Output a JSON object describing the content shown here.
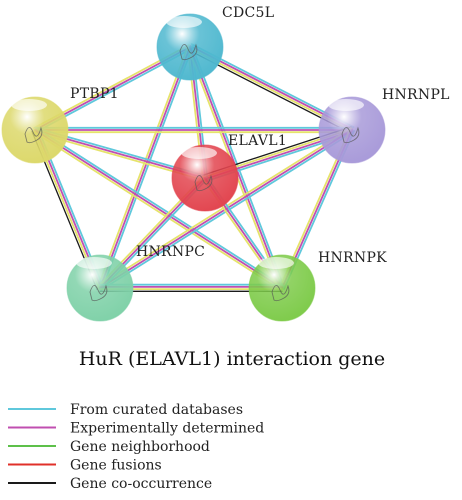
{
  "diagram": {
    "caption": "HuR (ELAVL1) interaction gene",
    "nodes": [
      {
        "id": "CDC5L",
        "label": "CDC5L",
        "color": "#4fb8cf",
        "icon": "protein-structure-icon"
      },
      {
        "id": "PTBP1",
        "label": "PTBP1",
        "color": "#dcd86a",
        "icon": "protein-structure-icon"
      },
      {
        "id": "HNRNPL",
        "label": "HNRNPL",
        "color": "#a89ad9",
        "icon": "protein-structure-icon"
      },
      {
        "id": "ELAVL1",
        "label": "ELAVL1",
        "color": "#e2454f",
        "icon": "protein-structure-icon"
      },
      {
        "id": "HNRNPC",
        "label": "HNRNPC",
        "color": "#7fd1a8",
        "icon": "protein-structure-icon"
      },
      {
        "id": "HNRNPK",
        "label": "HNRNPK",
        "color": "#7ecb4a",
        "icon": "protein-structure-icon"
      }
    ],
    "edges": [
      {
        "source": "CDC5L",
        "target": "PTBP1",
        "evidence": [
          "curated",
          "experimental",
          "textmining"
        ]
      },
      {
        "source": "CDC5L",
        "target": "HNRNPL",
        "evidence": [
          "curated",
          "experimental",
          "textmining",
          "cooccurrence"
        ]
      },
      {
        "source": "CDC5L",
        "target": "ELAVL1",
        "evidence": [
          "curated",
          "experimental",
          "textmining"
        ]
      },
      {
        "source": "CDC5L",
        "target": "HNRNPC",
        "evidence": [
          "curated",
          "experimental",
          "textmining"
        ]
      },
      {
        "source": "CDC5L",
        "target": "HNRNPK",
        "evidence": [
          "curated",
          "experimental",
          "textmining"
        ]
      },
      {
        "source": "PTBP1",
        "target": "HNRNPL",
        "evidence": [
          "curated",
          "experimental",
          "textmining"
        ]
      },
      {
        "source": "PTBP1",
        "target": "ELAVL1",
        "evidence": [
          "curated",
          "experimental",
          "textmining"
        ]
      },
      {
        "source": "PTBP1",
        "target": "HNRNPC",
        "evidence": [
          "curated",
          "experimental",
          "textmining",
          "cooccurrence"
        ]
      },
      {
        "source": "PTBP1",
        "target": "HNRNPK",
        "evidence": [
          "curated",
          "experimental",
          "textmining"
        ]
      },
      {
        "source": "HNRNPL",
        "target": "ELAVL1",
        "evidence": [
          "curated",
          "experimental",
          "textmining",
          "cooccurrence"
        ]
      },
      {
        "source": "HNRNPL",
        "target": "HNRNPC",
        "evidence": [
          "curated",
          "experimental",
          "textmining"
        ]
      },
      {
        "source": "HNRNPL",
        "target": "HNRNPK",
        "evidence": [
          "curated",
          "experimental",
          "textmining"
        ]
      },
      {
        "source": "ELAVL1",
        "target": "HNRNPC",
        "evidence": [
          "curated",
          "experimental",
          "textmining"
        ]
      },
      {
        "source": "ELAVL1",
        "target": "HNRNPK",
        "evidence": [
          "curated",
          "experimental",
          "textmining"
        ]
      },
      {
        "source": "HNRNPC",
        "target": "HNRNPK",
        "evidence": [
          "curated",
          "experimental",
          "textmining",
          "cooccurrence"
        ]
      }
    ],
    "evidence_colors": {
      "curated": "#5fc8dc",
      "experimental": "#c04fb0",
      "textmining": "#e6e36b",
      "cooccurrence": "#1a1a1a"
    }
  },
  "legend": [
    {
      "label": "From curated databases",
      "color": "#5fc8dc"
    },
    {
      "label": "Experimentally determined",
      "color": "#c04fb0"
    },
    {
      "label": "Gene neighborhood",
      "color": "#5dc04a"
    },
    {
      "label": "Gene fusions",
      "color": "#e0302a"
    },
    {
      "label": "Gene co-occurrence",
      "color": "#1a1a1a"
    }
  ]
}
